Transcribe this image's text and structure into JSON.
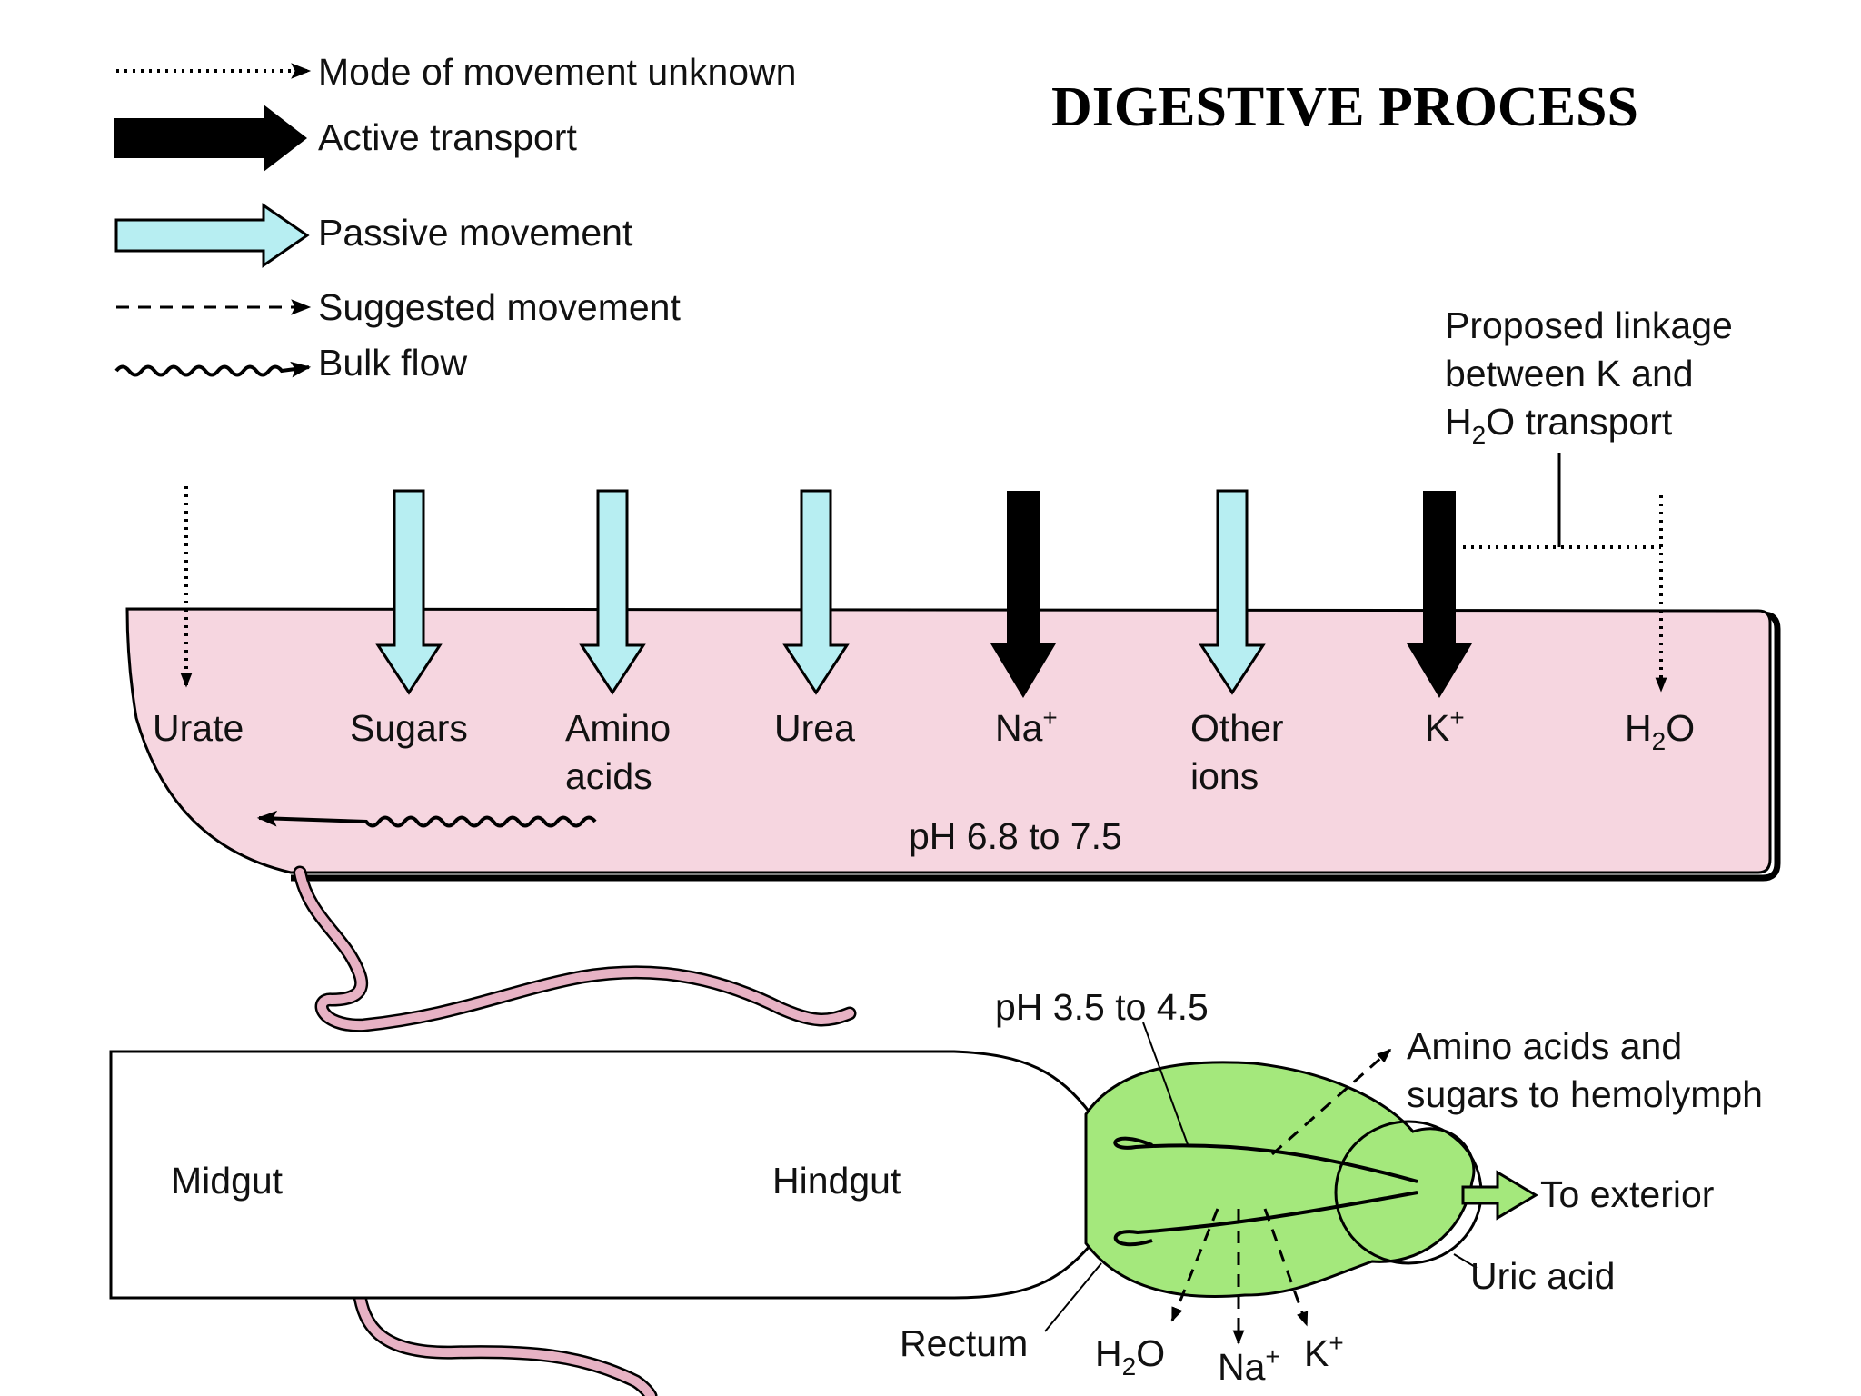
{
  "title": "DIGESTIVE PROCESS",
  "colors": {
    "passive": "#b7eef2",
    "tubule_fill": "#f6d6e0",
    "rectum_fill": "#a4e87c",
    "tubule_outline": "#e7b2c4"
  },
  "legend": {
    "unknown": "Mode of movement unknown",
    "active": "Active transport",
    "passive": "Passive movement",
    "suggested": "Suggested movement",
    "bulk": "Bulk flow"
  },
  "linkage": {
    "line1": "Proposed linkage",
    "line2": "between K and",
    "line3_pre": "H",
    "line3_sub": "2",
    "line3_post": "O transport"
  },
  "tubule": {
    "urate": "Urate",
    "sugars": "Sugars",
    "amino1": "Amino",
    "amino2": "acids",
    "urea": "Urea",
    "na": "Na",
    "na_sup": "+",
    "other1": "Other",
    "other2": "ions",
    "k": "K",
    "k_sup": "+",
    "h2o_pre": "H",
    "h2o_sub": "2",
    "h2o_post": "O",
    "ph": "pH 6.8 to 7.5"
  },
  "gut": {
    "midgut": "Midgut",
    "hindgut": "Hindgut",
    "ph": "pH 3.5 to 4.5",
    "amino1": "Amino acids and",
    "amino2": "sugars to hemolymph",
    "exterior": "To exterior",
    "uric": "Uric acid",
    "rectum": "Rectum",
    "h2o_pre": "H",
    "h2o_sub": "2",
    "h2o_post": "O",
    "na": "Na",
    "na_sup": "+",
    "k": "K",
    "k_sup": "+"
  }
}
